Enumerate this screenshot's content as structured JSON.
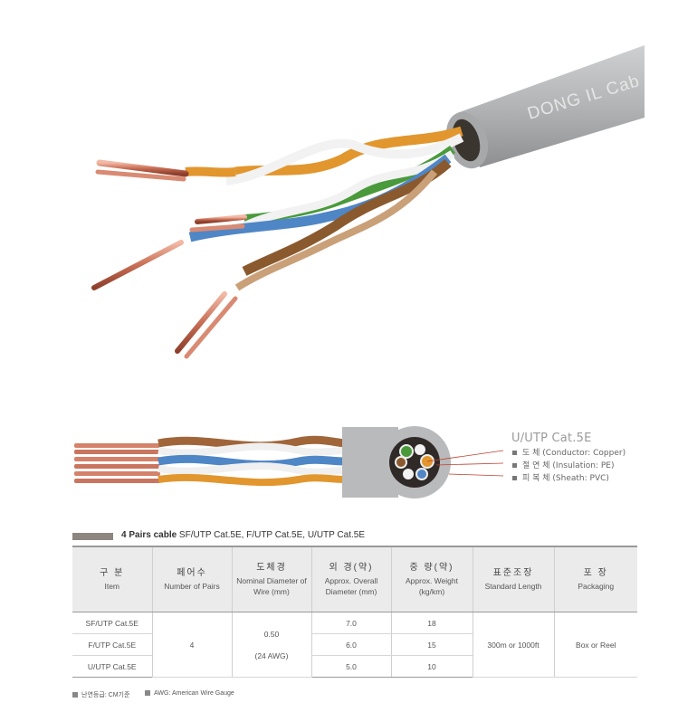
{
  "photo": {
    "jacket_text": "DONG IL Cab"
  },
  "legend": {
    "title": "U/UTP Cat.5E",
    "items": [
      {
        "label": "도      체 (Conductor: Copper)"
      },
      {
        "label": "절 연 체 (Insulation: PE)"
      },
      {
        "label": "피 복 체 (Sheath: PVC)"
      }
    ]
  },
  "section": {
    "bold": "4 Pairs cable",
    "rest": " SF/UTP Cat.5E, F/UTP Cat.5E, U/UTP Cat.5E"
  },
  "table": {
    "headers": [
      {
        "ko": "구  분",
        "en": "Item"
      },
      {
        "ko": "페어수",
        "en": "Number of Pairs"
      },
      {
        "ko": "도체경",
        "en": "Nominal Diameter of Wire (mm)"
      },
      {
        "ko": "외  경(약)",
        "en": "Approx. Overall Diameter (mm)"
      },
      {
        "ko": "중  량(약)",
        "en": "Approx. Weight (kg/km)"
      },
      {
        "ko": "표준조장",
        "en": "Standard Length"
      },
      {
        "ko": "포  장",
        "en": "Packaging"
      }
    ],
    "items": [
      "SF/UTP Cat.5E",
      "F/UTP Cat.5E",
      "U/UTP Cat.5E"
    ],
    "pairs": "4",
    "diameter_wire": "0.50",
    "awg": "(24 AWG)",
    "overall_diameters": [
      "7.0",
      "6.0",
      "5.0"
    ],
    "weights": [
      "18",
      "15",
      "10"
    ],
    "standard_length": "300m or 1000ft",
    "packaging": "Box or Reel"
  },
  "footnotes": [
    {
      "text": "난연등급: CM기준"
    },
    {
      "text": "AWG: American Wire Gauge"
    }
  ],
  "colors": {
    "copper": "#d4826a",
    "jacket": "#b9babb",
    "orange": "#e2962e",
    "blue": "#4f86c6",
    "green": "#4a9a3c",
    "brown": "#8a5a2e"
  }
}
